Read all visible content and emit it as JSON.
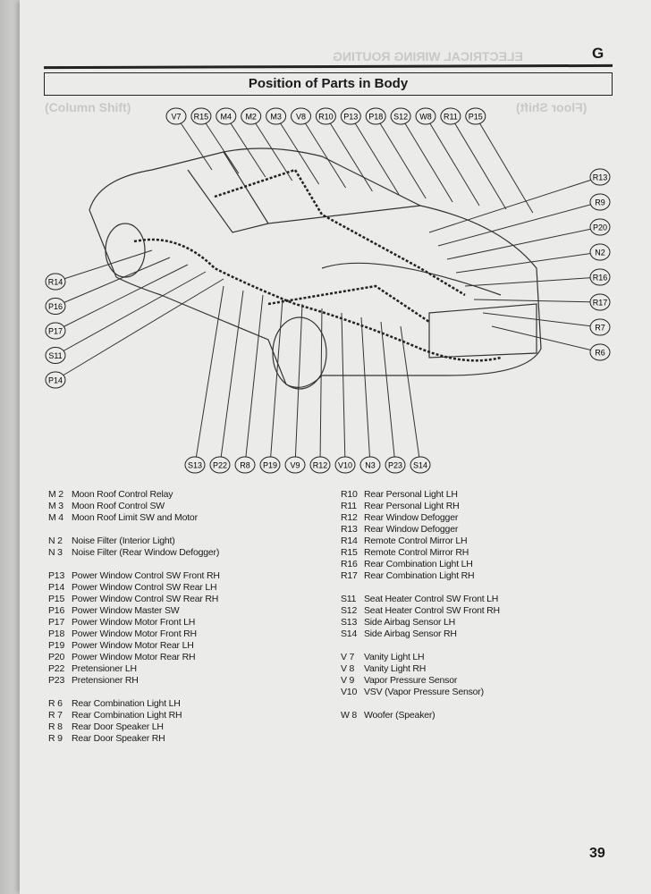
{
  "header": {
    "section_letter": "G",
    "ghost_heading": "ELECTRICAL WIRING ROUTING",
    "title": "Position of Parts in Body",
    "ghost_left": "(Column Shift)",
    "ghost_right": "(Floor Shift)"
  },
  "callouts": {
    "top": [
      "V7",
      "R15",
      "M4",
      "M2",
      "M3",
      "V8",
      "R10",
      "P13",
      "P18",
      "S12",
      "W8",
      "R11",
      "P15"
    ],
    "right": [
      "R13",
      "R9",
      "P20",
      "N2",
      "R16",
      "R17",
      "R7",
      "R6"
    ],
    "left": [
      "R14",
      "P16",
      "P17",
      "S11",
      "P14"
    ],
    "bottom": [
      "S13",
      "P22",
      "R8",
      "P19",
      "V9",
      "R12",
      "V10",
      "N3",
      "P23",
      "S14"
    ]
  },
  "legend_left": [
    {
      "code": "M 2",
      "label": "Moon Roof Control Relay"
    },
    {
      "code": "M 3",
      "label": "Moon Roof Control SW"
    },
    {
      "code": "M 4",
      "label": "Moon Roof Limit SW and Motor"
    },
    {
      "code": "N 2",
      "label": "Noise Filter (Interior Light)"
    },
    {
      "code": "N 3",
      "label": "Noise Filter (Rear Window Defogger)"
    },
    {
      "code": "P13",
      "label": "Power Window Control SW Front RH"
    },
    {
      "code": "P14",
      "label": "Power Window Control SW Rear LH"
    },
    {
      "code": "P15",
      "label": "Power Window Control SW Rear RH"
    },
    {
      "code": "P16",
      "label": "Power Window Master SW"
    },
    {
      "code": "P17",
      "label": "Power Window Motor Front LH"
    },
    {
      "code": "P18",
      "label": "Power Window Motor Front RH"
    },
    {
      "code": "P19",
      "label": "Power Window Motor Rear LH"
    },
    {
      "code": "P20",
      "label": "Power Window Motor Rear RH"
    },
    {
      "code": "P22",
      "label": "Pretensioner LH"
    },
    {
      "code": "P23",
      "label": "Pretensioner RH"
    },
    {
      "code": "R 6",
      "label": "Rear Combination Light LH"
    },
    {
      "code": "R 7",
      "label": "Rear Combination Light RH"
    },
    {
      "code": "R 8",
      "label": "Rear Door Speaker LH"
    },
    {
      "code": "R 9",
      "label": "Rear Door Speaker RH"
    }
  ],
  "legend_right": [
    {
      "code": "R10",
      "label": "Rear Personal Light LH"
    },
    {
      "code": "R11",
      "label": "Rear Personal Light RH"
    },
    {
      "code": "R12",
      "label": "Rear Window Defogger"
    },
    {
      "code": "R13",
      "label": "Rear Window Defogger"
    },
    {
      "code": "R14",
      "label": "Remote Control Mirror LH"
    },
    {
      "code": "R15",
      "label": "Remote Control Mirror RH"
    },
    {
      "code": "R16",
      "label": "Rear Combination Light LH"
    },
    {
      "code": "R17",
      "label": "Rear Combination Light RH"
    },
    {
      "code": "S11",
      "label": "Seat Heater Control SW Front LH"
    },
    {
      "code": "S12",
      "label": "Seat Heater Control SW Front RH"
    },
    {
      "code": "S13",
      "label": "Side Airbag Sensor LH"
    },
    {
      "code": "S14",
      "label": "Side Airbag Sensor RH"
    },
    {
      "code": "V 7",
      "label": "Vanity Light LH"
    },
    {
      "code": "V 8",
      "label": "Vanity Light RH"
    },
    {
      "code": "V 9",
      "label": "Vapor Pressure Sensor"
    },
    {
      "code": "V10",
      "label": "VSV (Vapor Pressure Sensor)"
    },
    {
      "code": "W 8",
      "label": "Woofer (Speaker)"
    }
  ],
  "page_number": "39"
}
